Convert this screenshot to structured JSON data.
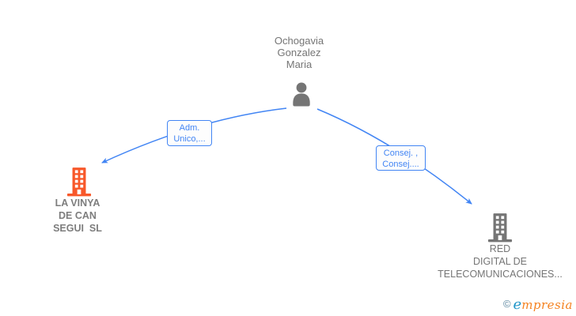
{
  "diagram": {
    "person": {
      "name_lines": [
        "Ochogavia",
        "Gonzalez",
        "Maria"
      ],
      "icon": "person-icon"
    },
    "companies": [
      {
        "name_lines": [
          "LA VINYA",
          "DE CAN",
          "SEGUI  SL"
        ],
        "icon": "building-icon",
        "highlighted": true
      },
      {
        "name_lines": [
          "RED",
          "DIGITAL DE",
          "TELECOMUNICACIONES..."
        ],
        "icon": "building-icon",
        "highlighted": false
      }
    ],
    "edges": [
      {
        "from": "Ochogavia Gonzalez Maria",
        "to": "LA VINYA DE CAN SEGUI SL",
        "label_lines": [
          "Adm.",
          "Unico,..."
        ]
      },
      {
        "from": "Ochogavia Gonzalez Maria",
        "to": "RED DIGITAL DE TELECOMUNICACIONES...",
        "label_lines": [
          "Consej. ,",
          "Consej...."
        ]
      }
    ],
    "colors": {
      "edge_blue": "#4285f4",
      "highlight_orange": "#f8582a",
      "icon_gray": "#757575",
      "text_gray": "#757575",
      "watermark_copyright": "#5b87a0",
      "watermark_e": "#2196c9",
      "watermark_rest": "#f58220"
    },
    "watermark": {
      "copyright": "©",
      "brand_first_letter": "e",
      "brand_rest": "mpresia"
    }
  }
}
